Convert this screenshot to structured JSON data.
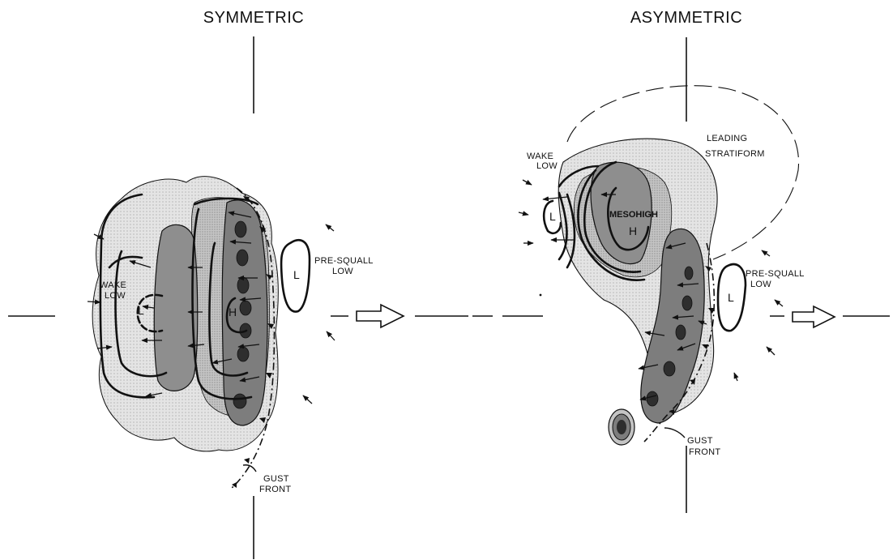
{
  "panels": {
    "symmetric": {
      "title": "SYMMETRIC",
      "labels": {
        "wake_low": [
          "WAKE",
          "LOW"
        ],
        "pre_squall_low": [
          "PRE-SQUALL",
          "LOW"
        ],
        "gust_front": [
          "GUST",
          "FRONT"
        ],
        "low_symbol": "L",
        "high_symbol": "H",
        "pre_squall_symbol": "L"
      }
    },
    "asymmetric": {
      "title": "ASYMMETRIC",
      "labels": {
        "leading_stratiform": [
          "LEADING",
          "STRATIFORM"
        ],
        "wake_low": [
          "WAKE",
          "LOW"
        ],
        "mesohigh": "MESOHIGH",
        "pre_squall_low": [
          "PRE-SQUALL",
          "LOW"
        ],
        "gust_front": [
          "GUST",
          "FRONT"
        ],
        "low_symbol": "L",
        "high_symbol": "H",
        "pre_squall_symbol": "L"
      }
    }
  },
  "colors": {
    "light_stratiform": "#e3e3e3",
    "moderate_stratiform": "#c2c2c2",
    "heavy_stratiform": "#8e8e8e",
    "convective": "#7d7d7d",
    "convective_core": "#3a3a3a",
    "ink": "#111111"
  },
  "icons": [
    "motion-arrow-icon",
    "wind-arrow-icon"
  ]
}
